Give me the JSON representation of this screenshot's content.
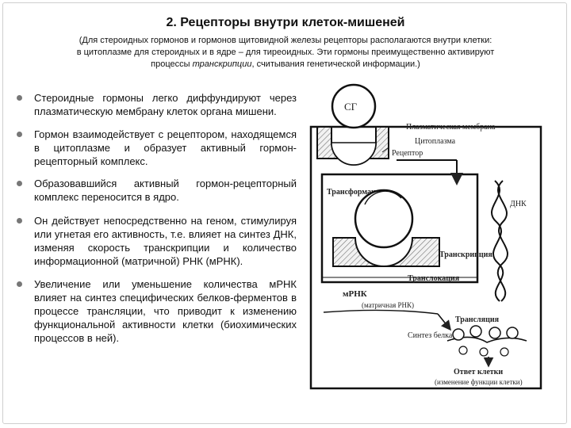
{
  "slide": {
    "title": "2. Рецепторы внутри клеток-мишеней",
    "subtitle_line1": "(Для стероидных гормонов и гормонов щитовидной железы рецепторы располагаются внутри клетки:",
    "subtitle_line2": "в цитоплазме для стероидных и в ядре – для тиреоидных. Эти гормоны преимущественно активируют",
    "subtitle_line3_before": "процессы ",
    "subtitle_line3_italic": "транскрипции",
    "subtitle_line3_after": ", считывания генетической информации.)"
  },
  "bullets": [
    "Стероидные гормоны легко диффундируют через плазматическую мембрану клеток органа мишени.",
    "Гормон взаимодействует с рецептором, находящемся в цитоплазме и образует активный гормон-рецепторный комплекс.",
    "Образовавшийся активный гормон-рецепторный комплекс переносится в ядро.",
    "Он действует непосредственно на геном, стимулируя или угнетая его активность, т.е. влияет на синтез ДНК, изменяя скорость транскрипции и количество информационной (матричной) РНК (мРНК).",
    "Увеличение или уменьшение количества мРНК влияет на синтез специфических белков-ферментов в процессе трансляции, что приводит к изменению функциональной активности клетки (биохимических процессов в ней)."
  ],
  "diagram": {
    "sg": "СГ",
    "membrane": "Плазматическая мембрана",
    "cytoplasm": "Цитоплазма",
    "receptor": "Рецептор",
    "transformation": "Трансформация",
    "dna": "ДНК",
    "transcription": "Транскрипция",
    "translocation": "Транслокация",
    "mrna": "мРНК",
    "mrna_sub": "(матричная РНК)",
    "translation": "Трансляция",
    "protein_synthesis": "Синтез белка",
    "cell_response": "Ответ клетки",
    "cell_response_sub": "(изменение функции клетки)"
  }
}
